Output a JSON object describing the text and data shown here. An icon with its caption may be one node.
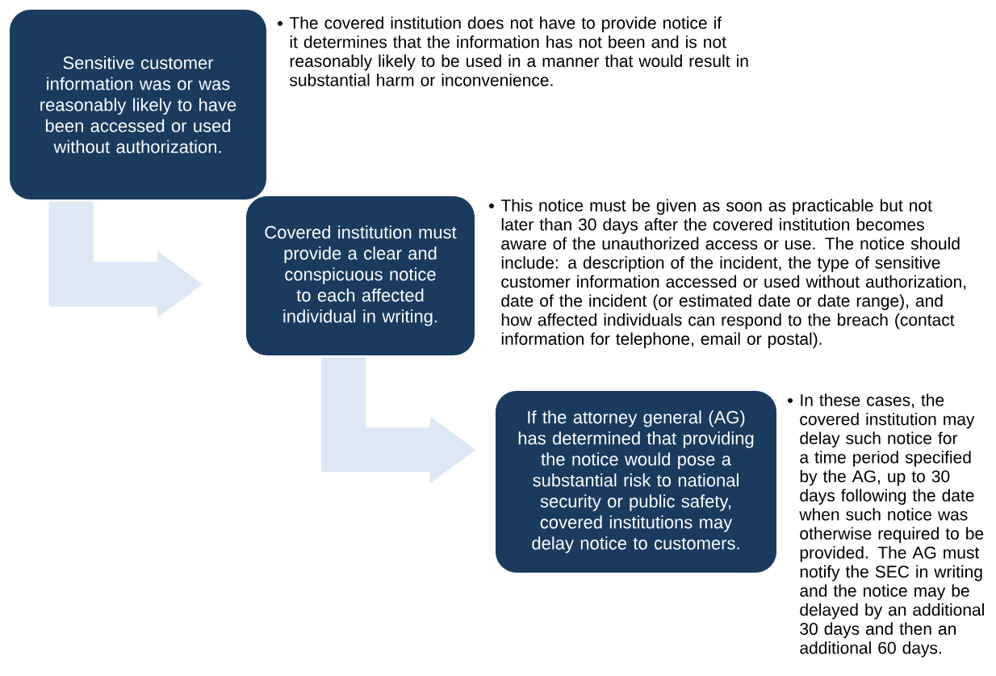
{
  "diagram": {
    "nodes": [
      {
        "text": [
          "Sensitive customer information was or was reasonably likely to have been accessed or used without authorization."
        ],
        "beside": [
          "The covered institution does not have to provide notice if it determines that the information has not been and is not reasonably likely to be used in a manner that would result in substantial harm or inconvenience."
        ]
      },
      {
        "text": [
          "Covered institution must provide a clear and conspicuous notice to each affected individual in writing."
        ],
        "beside": [
          "This notice must be given as soon as practicable but not later than 30 days after the covered institution becomes aware of the unauthorized access or use. The notice should include: a description of the incident, the type of sensitive customer information accessed or used without authorization, date of the incident (or estimated date or date range), and how affected individuals can respond to the breach (contact information for telephone, email or postal)."
        ]
      },
      {
        "text": [
          "If the attorney general (AG) has determined that providing the notice would pose a substantial risk to national security or public safety, covered institutions may delay notice to customers."
        ],
        "beside": [
          "In these cases, the covered institution may delay such notice for a time period specified by the AG, up to 30 days following the date when such notice was otherwise required to be provided. The AG must notify the SEC in writing and the notice may be delayed by an additional 30 days and then an additional 60 days."
        ]
      }
    ],
    "edges": [
      {
        "from": 0,
        "to": 1,
        "arrow": "to"
      },
      {
        "from": 1,
        "to": 2,
        "arrow": "to"
      }
    ]
  }
}
